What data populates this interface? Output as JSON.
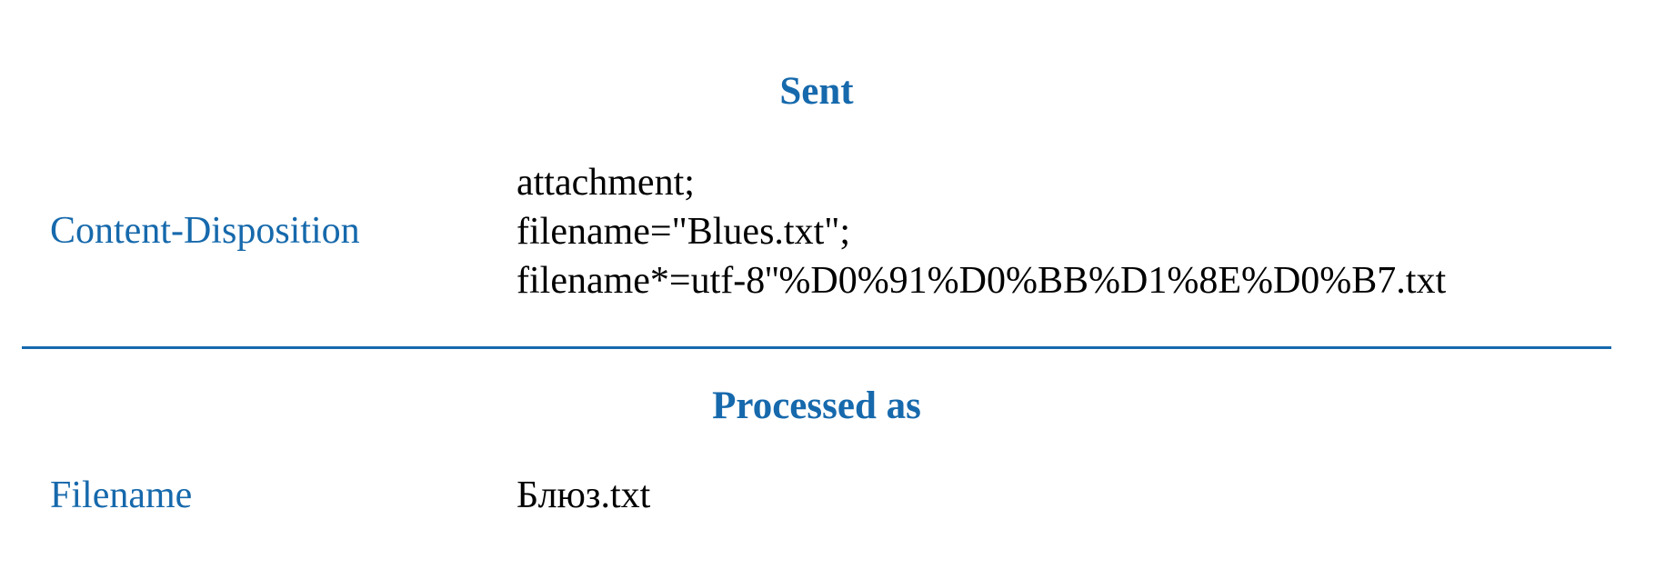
{
  "sent": {
    "heading": "Sent",
    "label": "Content-Disposition",
    "value_lines": [
      "attachment;",
      "filename=\"Blues.txt\";",
      "filename*=utf-8''%D0%91%D0%BB%D1%8E%D0%B7.txt"
    ]
  },
  "processed": {
    "heading": "Processed as",
    "label": "Filename",
    "value": "Блюз.txt"
  },
  "colors": {
    "accent": "#1669ac",
    "text": "#000000"
  }
}
